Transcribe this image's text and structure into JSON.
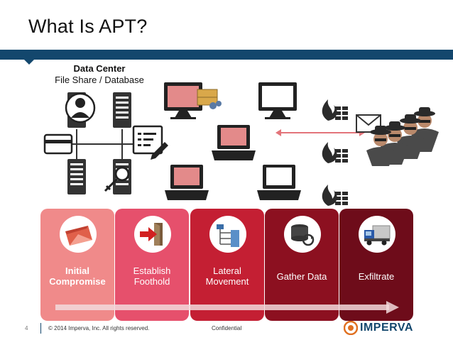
{
  "slide": {
    "title": "What Is APT?"
  },
  "data_center": {
    "title": "Data Center",
    "subtitle": "File Share / Database"
  },
  "stages": [
    {
      "label": "Initial\nCompromise",
      "color": "#f08a8a",
      "bold": true,
      "icon": "torn-paper-icon"
    },
    {
      "label": "Establish\nFoothold",
      "color": "#e6506c",
      "bold": false,
      "icon": "door-arrow-icon"
    },
    {
      "label": "Lateral\nMovement",
      "color": "#c41f33",
      "bold": false,
      "icon": "network-tree-icon"
    },
    {
      "label": "Gather Data",
      "color": "#8c1020",
      "bold": false,
      "icon": "database-icon"
    },
    {
      "label": "Exfiltrate",
      "color": "#6e0c1a",
      "bold": false,
      "icon": "truck-icon"
    }
  ],
  "footer": {
    "page_number": "4",
    "copyright": "© 2014 Imperva, Inc. All rights reserved.",
    "classification": "Confidential",
    "brand": "IMPERVA"
  },
  "colors": {
    "header_bar": "#13476d",
    "laptop_screen_compromised": "#e38a8a",
    "flame": "#2b2b2b",
    "brand": "#13476d"
  }
}
